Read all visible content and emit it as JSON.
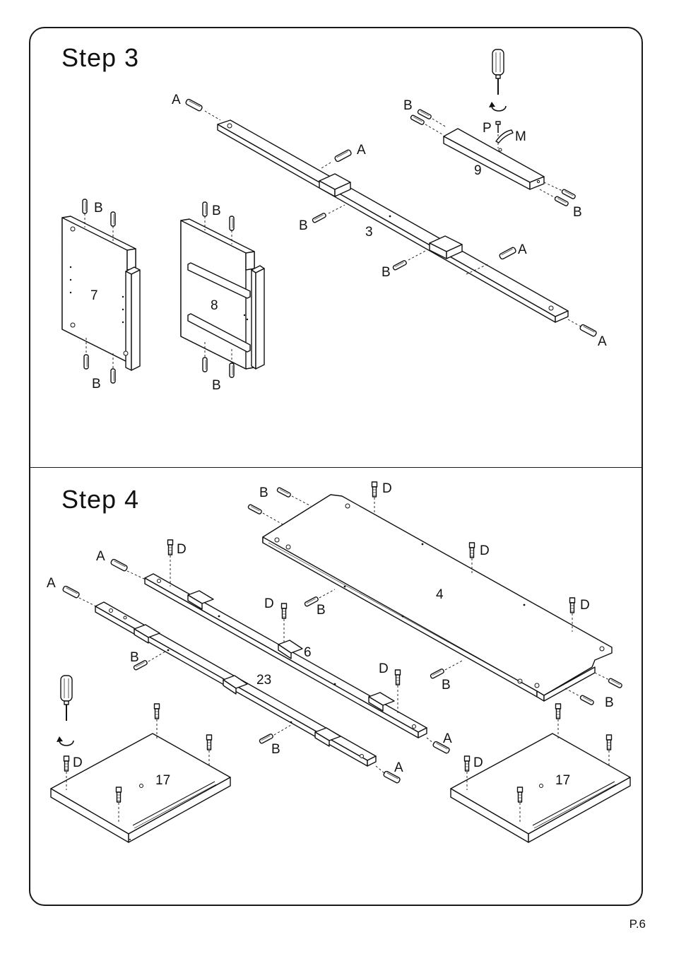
{
  "steps": {
    "step3": {
      "title": "Step  3"
    },
    "step4": {
      "title": "Step  4"
    }
  },
  "labels": {
    "A": "A",
    "B": "B",
    "D": "D",
    "P": "P",
    "M": "M"
  },
  "part_numbers": {
    "p3": "3",
    "p4": "4",
    "p6": "6",
    "p7": "7",
    "p8": "8",
    "p9": "9",
    "p17": "17",
    "p23": "23"
  },
  "page_number": "P.6"
}
